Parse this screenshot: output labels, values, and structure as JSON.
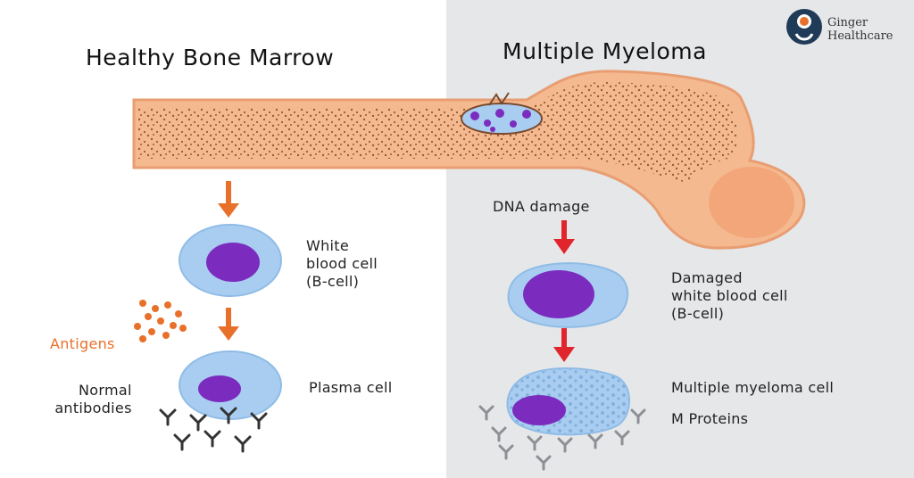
{
  "left": {
    "title": "Healthy Bone Marrow",
    "white_cell_label": [
      "White",
      "blood cell",
      "(B-cell)"
    ],
    "antigens_label": "Antigens",
    "normal_antibodies_label": [
      "Normal",
      "antibodies"
    ],
    "plasma_cell_label": "Plasma cell"
  },
  "right": {
    "title": "Multiple Myeloma",
    "dna_damage_label": "DNA damage",
    "damaged_cell_label": [
      "Damaged",
      "white blood cell",
      "(B-cell)"
    ],
    "myeloma_cell_label": "Multiple myeloma cell",
    "m_proteins_label": "M Proteins"
  },
  "brand": {
    "name_line1": "Ginger",
    "name_line2": "Healthcare"
  },
  "colors": {
    "right_panel_bg": "#e6e7e9",
    "bone": "#f5b98f",
    "bone_edge": "#e89e72",
    "marrow_dots": "#9a5a38",
    "healthy_arrow": "#e8702a",
    "damage_arrow": "#e0262c",
    "cell_body": "#a9cdf0",
    "nucleus": "#7b2cbf",
    "antibody": "#333333",
    "m_protein": "#8c8f94"
  }
}
